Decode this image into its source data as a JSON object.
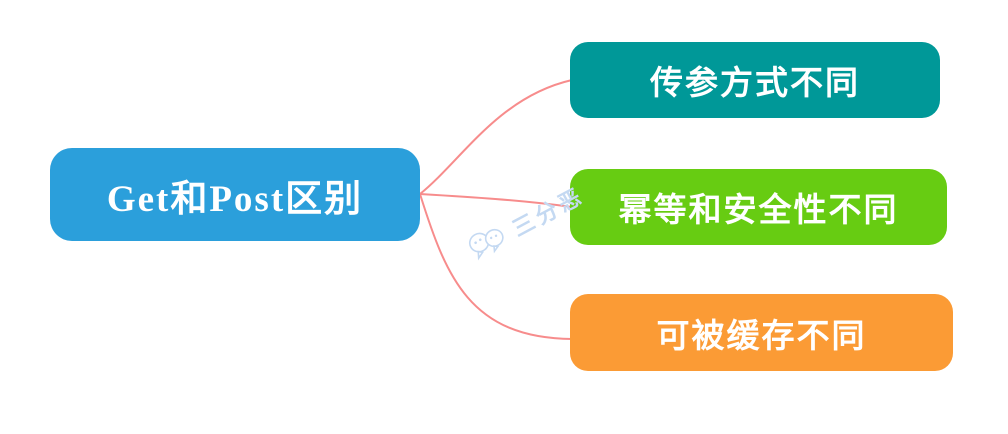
{
  "root": {
    "label": "Get和Post区别",
    "bg": "#2B9FDB",
    "text_color": "#FFFFFF"
  },
  "branches": [
    {
      "label": "传参方式不同",
      "bg": "#009898",
      "text_color": "#FFFFFF"
    },
    {
      "label": "幂等和安全性不同",
      "bg": "#67CC12",
      "text_color": "#FFFFFF"
    },
    {
      "label": "可被缓存不同",
      "bg": "#FB9B35",
      "text_color": "#FFFFFF"
    }
  ],
  "connectors": {
    "color": "#F78C8C"
  },
  "watermark": {
    "text": "三分恶",
    "icon": "wechat-bubbles-icon",
    "color": "#C4D9F2"
  }
}
